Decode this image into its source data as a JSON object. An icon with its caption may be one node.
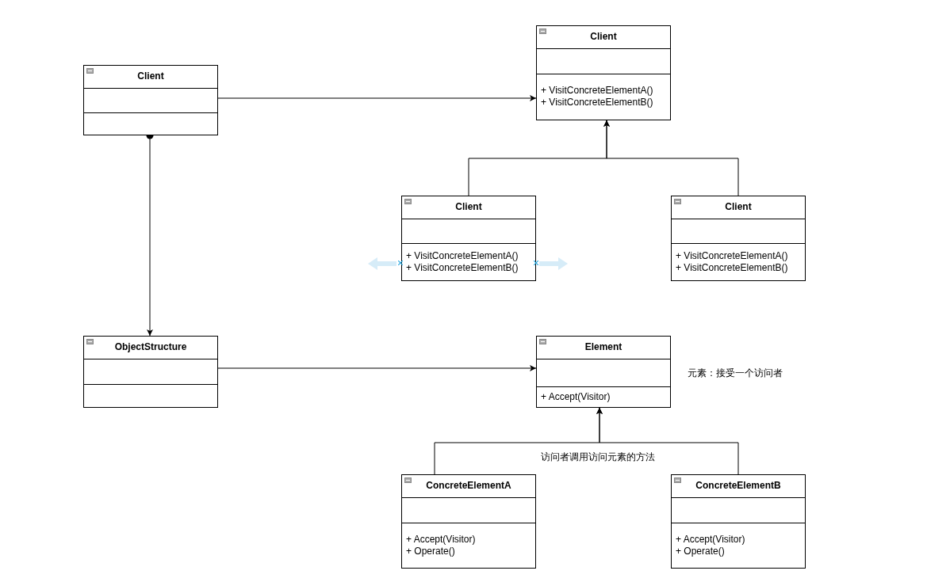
{
  "diagram": {
    "nodes": [
      {
        "text": [
          "Client"
        ]
      },
      {
        "text": [
          "Client",
          "+ VisitConcreteElementA()",
          "+ VisitConcreteElementB()"
        ]
      },
      {
        "text": [
          "Client",
          "+ VisitConcreteElementA()",
          "+ VisitConcreteElementB()"
        ]
      },
      {
        "text": [
          "Client",
          "+ VisitConcreteElementA()",
          "+ VisitConcreteElementB()"
        ]
      },
      {
        "text": [
          "ObjectStructure"
        ]
      },
      {
        "text": [
          "Element",
          "+ Accept(Visitor)"
        ],
        "beside": [
          "元素：接受一个访问者"
        ]
      },
      {
        "text": [
          "ConcreteElementA",
          "+ Accept(Visitor)",
          "+ Operate()"
        ]
      },
      {
        "text": [
          "ConcreteElementB",
          "+ Accept(Visitor)",
          "+ Operate()"
        ]
      }
    ],
    "edges": [
      {
        "from": 0,
        "to": 1,
        "arrow": "to"
      },
      {
        "from": 0,
        "to": 4,
        "arrow": "to"
      },
      {
        "from": 2,
        "to": 1,
        "arrow": "to"
      },
      {
        "from": 3,
        "to": 1,
        "arrow": "to"
      },
      {
        "from": 4,
        "to": 5,
        "arrow": "to"
      },
      {
        "from": 6,
        "to": 5,
        "arrow": "to"
      },
      {
        "from": 7,
        "to": 5,
        "arrow": "to"
      }
    ],
    "labels": [
      "访问者调用访问元素的方法"
    ]
  }
}
